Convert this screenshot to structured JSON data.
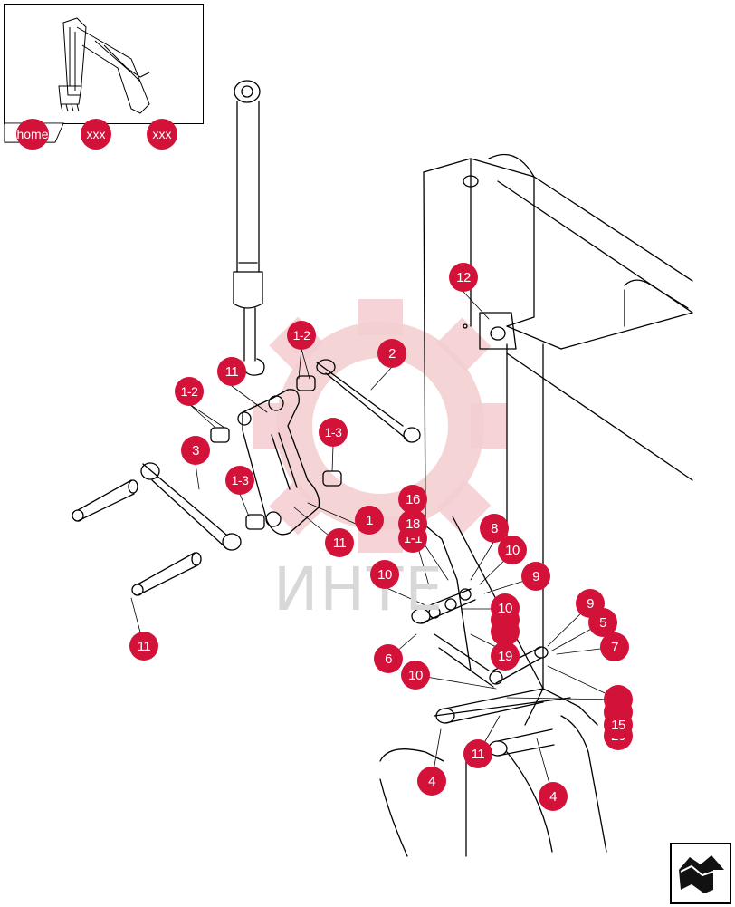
{
  "nav": {
    "home_label": "home",
    "prev_label": "xxx",
    "next_label": "xxx"
  },
  "watermark": {
    "text": "ИНТЕ",
    "gear_color": "#f2c9cc"
  },
  "callout_color": "#d3123a",
  "callouts": [
    "12",
    "1-2",
    "2",
    "11",
    "1-2",
    "1-3",
    "3",
    "1-3",
    "1",
    "11",
    "16",
    "18",
    "1-1",
    "8",
    "10",
    "10",
    "9",
    "10",
    "9",
    "5",
    "7",
    "19",
    "6",
    "10",
    "15",
    "20",
    "11",
    "4",
    "4",
    "11"
  ],
  "icons": {
    "next_page": "return-arrow-icon"
  }
}
